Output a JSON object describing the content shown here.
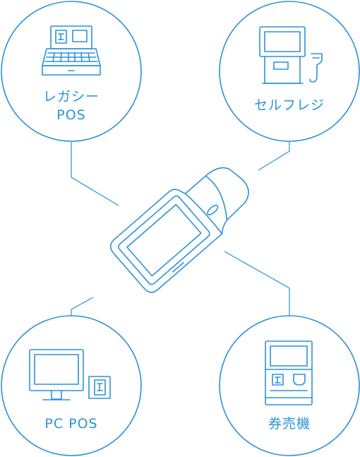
{
  "nodes": {
    "legacy_pos": {
      "label_line1": "レガシー",
      "label_line2": "POS",
      "icon": "cash-register-icon"
    },
    "self_register": {
      "label": "セルフレジ",
      "icon": "self-checkout-kiosk-icon"
    },
    "pc_pos": {
      "label": "PC POS",
      "icon": "desktop-pc-icon"
    },
    "ticket_machine": {
      "label": "券売機",
      "icon": "ticket-vending-machine-icon"
    }
  },
  "center": {
    "icon": "handheld-payment-terminal-icon"
  },
  "colors": {
    "accent": "#2b93d7",
    "background": "#ffffff"
  }
}
